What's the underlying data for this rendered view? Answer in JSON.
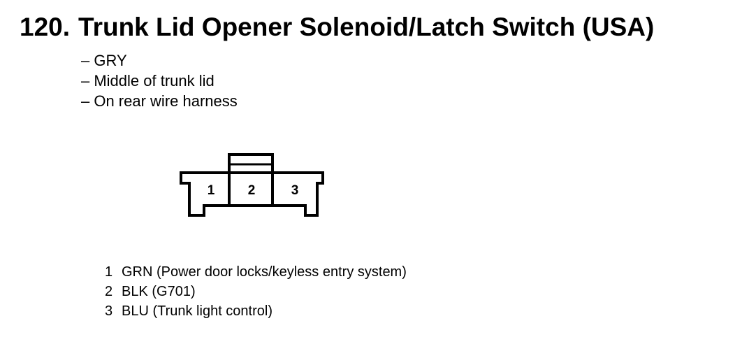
{
  "heading": {
    "number": "120.",
    "title": "Trunk Lid Opener Solenoid/Latch Switch (USA)"
  },
  "notes": [
    "– GRY",
    "– Middle of trunk lid",
    "– On rear wire harness"
  ],
  "connector": {
    "cavities": [
      "1",
      "2",
      "3"
    ]
  },
  "pins": [
    {
      "number": "1",
      "description": "GRN (Power door locks/keyless entry system)"
    },
    {
      "number": "2",
      "description": "BLK (G701)"
    },
    {
      "number": "3",
      "description": "BLU (Trunk light control)"
    }
  ]
}
